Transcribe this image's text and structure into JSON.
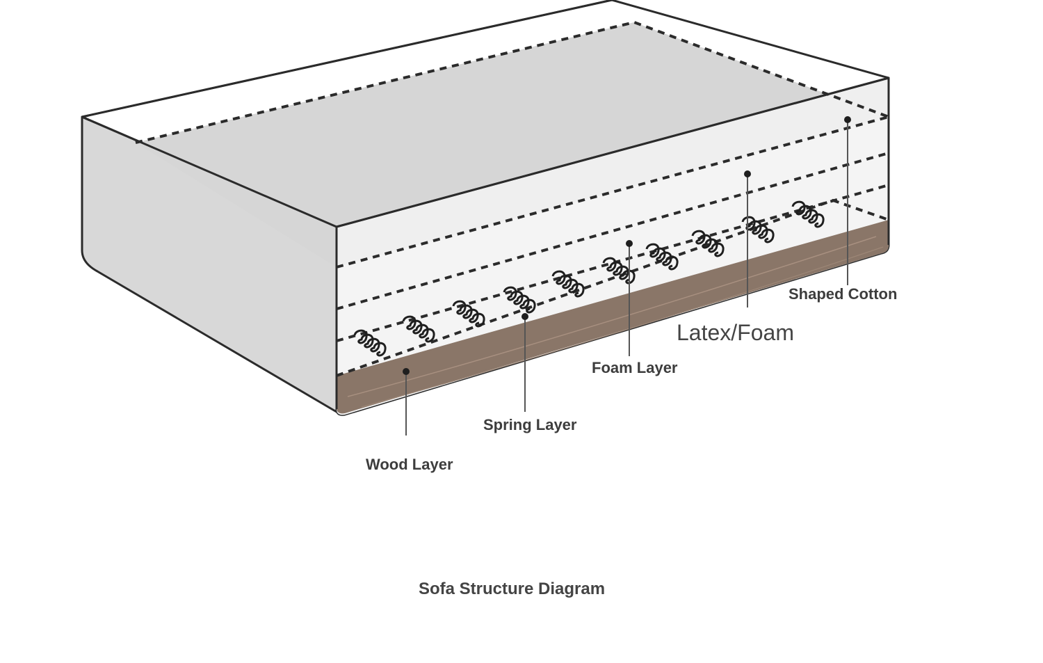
{
  "diagram": {
    "caption": "Sofa Structure Diagram",
    "labels": {
      "shaped_cotton": "Shaped Cotton",
      "latex_foam": "Latex/Foam",
      "foam_layer": "Foam Layer",
      "spring_layer": "Spring Layer",
      "wood_layer": "Wood Layer"
    },
    "colors": {
      "outline": "#2b2b2b",
      "box_fill": "#d9d9d9",
      "top_fill": "#e2e2e2",
      "front_fill": "#f2f2f2",
      "wood": "#8a7668",
      "text": "#3d3d3d"
    }
  }
}
